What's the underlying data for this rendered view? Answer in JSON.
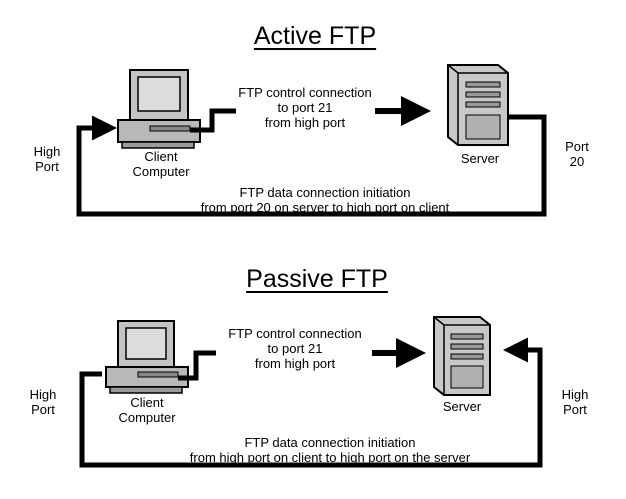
{
  "active": {
    "title": "Active FTP",
    "control_line1": "FTP control connection",
    "control_line2": "to port 21",
    "control_line3": "from high port",
    "data_line1": "FTP data connection initiation",
    "data_line2": "from port 20 on server to high port on client",
    "client_line1": "Client",
    "client_line2": "Computer",
    "server": "Server",
    "left_port_line1": "High",
    "left_port_line2": "Port",
    "right_port_line1": "Port",
    "right_port_line2": "20"
  },
  "passive": {
    "title": "Passive FTP",
    "control_line1": "FTP control connection",
    "control_line2": "to port 21",
    "control_line3": "from high port",
    "data_line1": "FTP data connection initiation",
    "data_line2": "from high port on client to high port on the server",
    "client_line1": "Client",
    "client_line2": "Computer",
    "server": "Server",
    "left_port_line1": "High",
    "left_port_line2": "Port",
    "right_port_line1": "High",
    "right_port_line2": "Port"
  },
  "colors": {
    "ink": "#000000",
    "device": "#b8b8b8",
    "screen": "#dcdcdc",
    "background": "#ffffff"
  },
  "icons": [
    "client-computer-icon",
    "server-icon"
  ]
}
